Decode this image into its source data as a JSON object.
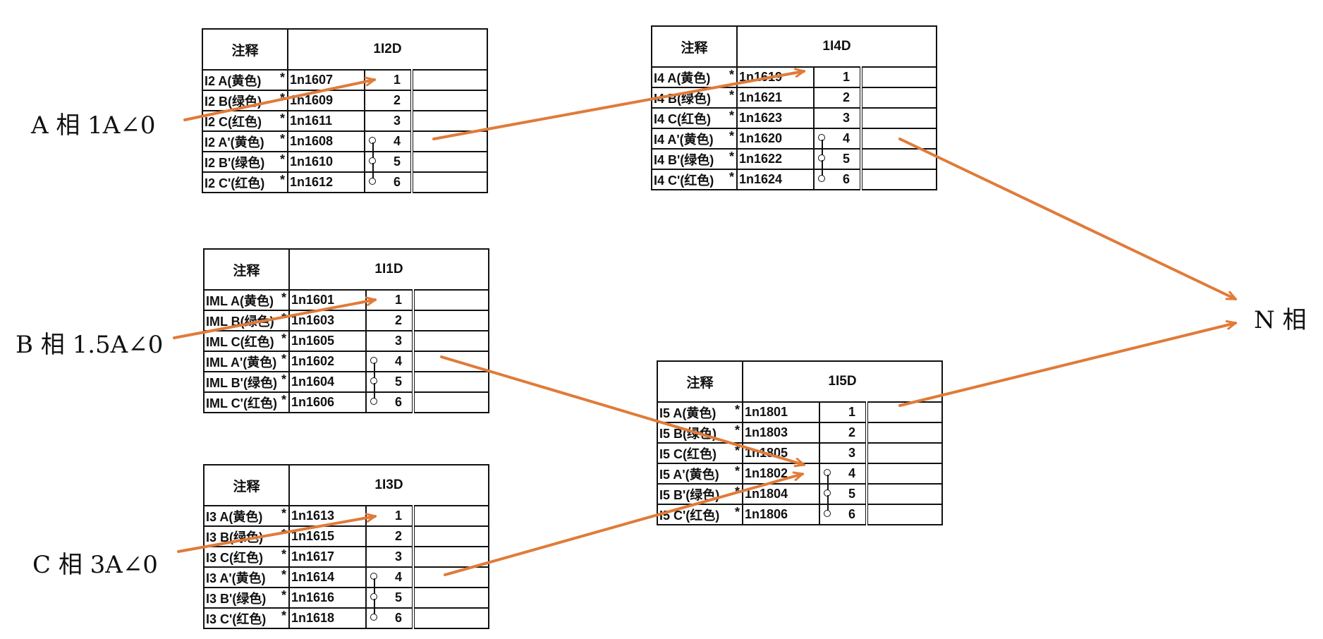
{
  "phase_labels": {
    "a": "A 相  1A∠0",
    "b": "B 相  1.5A∠0",
    "c": "C 相  3A∠0",
    "n": "N 相"
  },
  "colors": {
    "arrow": "#E07B39",
    "line": "#111111"
  },
  "tables": [
    {
      "note_header": "注释",
      "title": "1I2D",
      "rows": [
        {
          "note": "I2 A(黄色)",
          "wire": "1n1607",
          "num": "1"
        },
        {
          "note": "I2 B(绿色)",
          "wire": "1n1609",
          "num": "2"
        },
        {
          "note": "I2 C(红色)",
          "wire": "1n1611",
          "num": "3"
        },
        {
          "note": "I2 A'(黄色)",
          "wire": "1n1608",
          "num": "4"
        },
        {
          "note": "I2 B'(绿色)",
          "wire": "1n1610",
          "num": "5"
        },
        {
          "note": "I2 C'(红色)",
          "wire": "1n1612",
          "num": "6"
        }
      ]
    },
    {
      "note_header": "注释",
      "title": "1I4D",
      "rows": [
        {
          "note": "I4 A(黄色)",
          "wire": "1n1619",
          "num": "1"
        },
        {
          "note": "I4 B(绿色)",
          "wire": "1n1621",
          "num": "2"
        },
        {
          "note": "I4 C(红色)",
          "wire": "1n1623",
          "num": "3"
        },
        {
          "note": "I4 A'(黄色)",
          "wire": "1n1620",
          "num": "4"
        },
        {
          "note": "I4 B'(绿色)",
          "wire": "1n1622",
          "num": "5"
        },
        {
          "note": "I4 C'(红色)",
          "wire": "1n1624",
          "num": "6"
        }
      ]
    },
    {
      "note_header": "注释",
      "title": "1I1D",
      "rows": [
        {
          "note": "IML A(黄色)",
          "wire": "1n1601",
          "num": "1"
        },
        {
          "note": "IML B(绿色)",
          "wire": "1n1603",
          "num": "2"
        },
        {
          "note": "IML C(红色)",
          "wire": "1n1605",
          "num": "3"
        },
        {
          "note": "IML A'(黄色)",
          "wire": "1n1602",
          "num": "4"
        },
        {
          "note": "IML B'(绿色)",
          "wire": "1n1604",
          "num": "5"
        },
        {
          "note": "IML C'(红色)",
          "wire": "1n1606",
          "num": "6"
        }
      ]
    },
    {
      "note_header": "注释",
      "title": "1I5D",
      "rows": [
        {
          "note": "I5 A(黄色)",
          "wire": "1n1801",
          "num": "1"
        },
        {
          "note": "I5 B(绿色)",
          "wire": "1n1803",
          "num": "2"
        },
        {
          "note": "I5 C(红色)",
          "wire": "1n1805",
          "num": "3"
        },
        {
          "note": "I5 A'(黄色)",
          "wire": "1n1802",
          "num": "4"
        },
        {
          "note": "I5 B'(绿色)",
          "wire": "1n1804",
          "num": "5"
        },
        {
          "note": "I5 C'(红色)",
          "wire": "1n1806",
          "num": "6"
        }
      ]
    },
    {
      "note_header": "注释",
      "title": "1I3D",
      "rows": [
        {
          "note": "I3 A(黄色)",
          "wire": "1n1613",
          "num": "1"
        },
        {
          "note": "I3 B(绿色)",
          "wire": "1n1615",
          "num": "2"
        },
        {
          "note": "I3 C(红色)",
          "wire": "1n1617",
          "num": "3"
        },
        {
          "note": "I3 A'(黄色)",
          "wire": "1n1614",
          "num": "4"
        },
        {
          "note": "I3 B'(绿色)",
          "wire": "1n1616",
          "num": "5"
        },
        {
          "note": "I3 C'(红色)",
          "wire": "1n1618",
          "num": "6"
        }
      ]
    }
  ]
}
